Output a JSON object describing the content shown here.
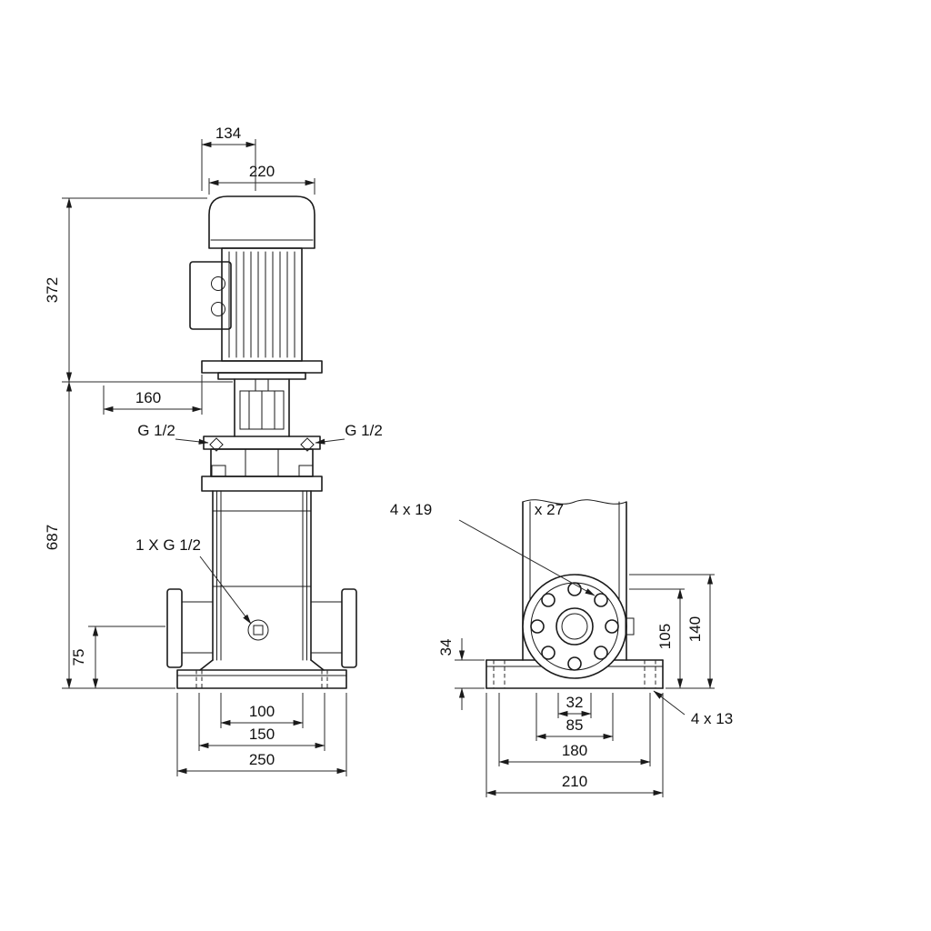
{
  "front": {
    "motor_depth": "134",
    "motor_width": "220",
    "motor_height": "372",
    "head_width": "160",
    "pump_height": "687",
    "port_height": "75",
    "port_left": "G 1/2",
    "port_right": "G 1/2",
    "drain": "1 X G 1/2",
    "foot_inner": "100",
    "bolt_span": "150",
    "base_width": "250"
  },
  "side": {
    "flange_holes": "4 x 19",
    "counterbore": "x 27",
    "base_height": "34",
    "port_center_height": "105",
    "flange_top_height": "140",
    "bore": "32",
    "bolt_circle": "85",
    "hole_span": "180",
    "base_length": "210",
    "base_holes": "4 x 13"
  }
}
